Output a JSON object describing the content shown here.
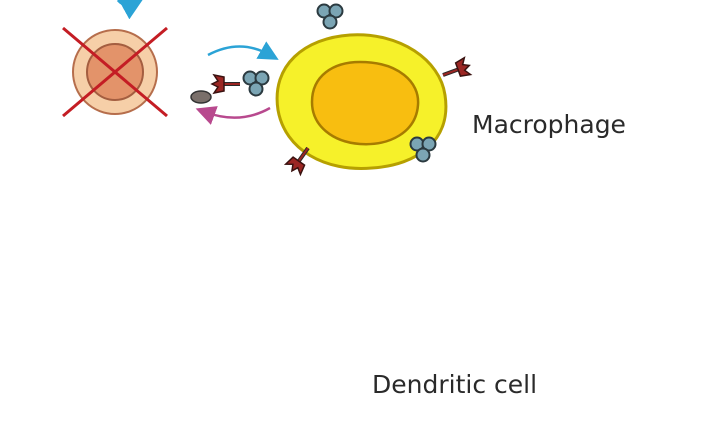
{
  "labels": {
    "macrophage": "Macrophage",
    "dendritic": "Dendritic cell"
  },
  "colors": {
    "cell_fill": "#f6f12a",
    "cell_stroke": "#b6a000",
    "nucleus_fill": "#f8be10",
    "nucleus_stroke": "#a77c00",
    "target_outer": "#f6cfa8",
    "target_inner": "#e3936a",
    "target_stroke": "#b66e4c",
    "cross": "#c41d24",
    "receptor": "#9b2623",
    "antibody": "#7ba5b4",
    "arrow_blue": "#2ba3d6",
    "arrow_purple": "#b8498e",
    "grey_blob": "#7a6f6a"
  },
  "icons": [
    "target-cell-crossed",
    "antibody-icon",
    "fc-receptor-icon",
    "curved-arrow-icon"
  ]
}
